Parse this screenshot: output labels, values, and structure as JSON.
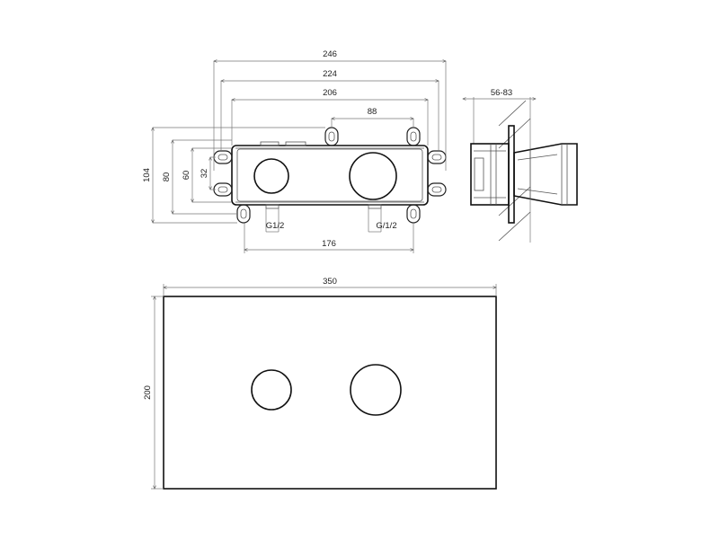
{
  "dimensions": {
    "d246": "246",
    "d224": "224",
    "d206": "206",
    "d88": "88",
    "d104": "104",
    "d80": "80",
    "d60": "60",
    "d32": "32",
    "g_left": "G1/2",
    "g_right": "G/1/2",
    "d176": "176",
    "side_depth": "56-83",
    "plate_width": "350",
    "plate_height": "200"
  }
}
